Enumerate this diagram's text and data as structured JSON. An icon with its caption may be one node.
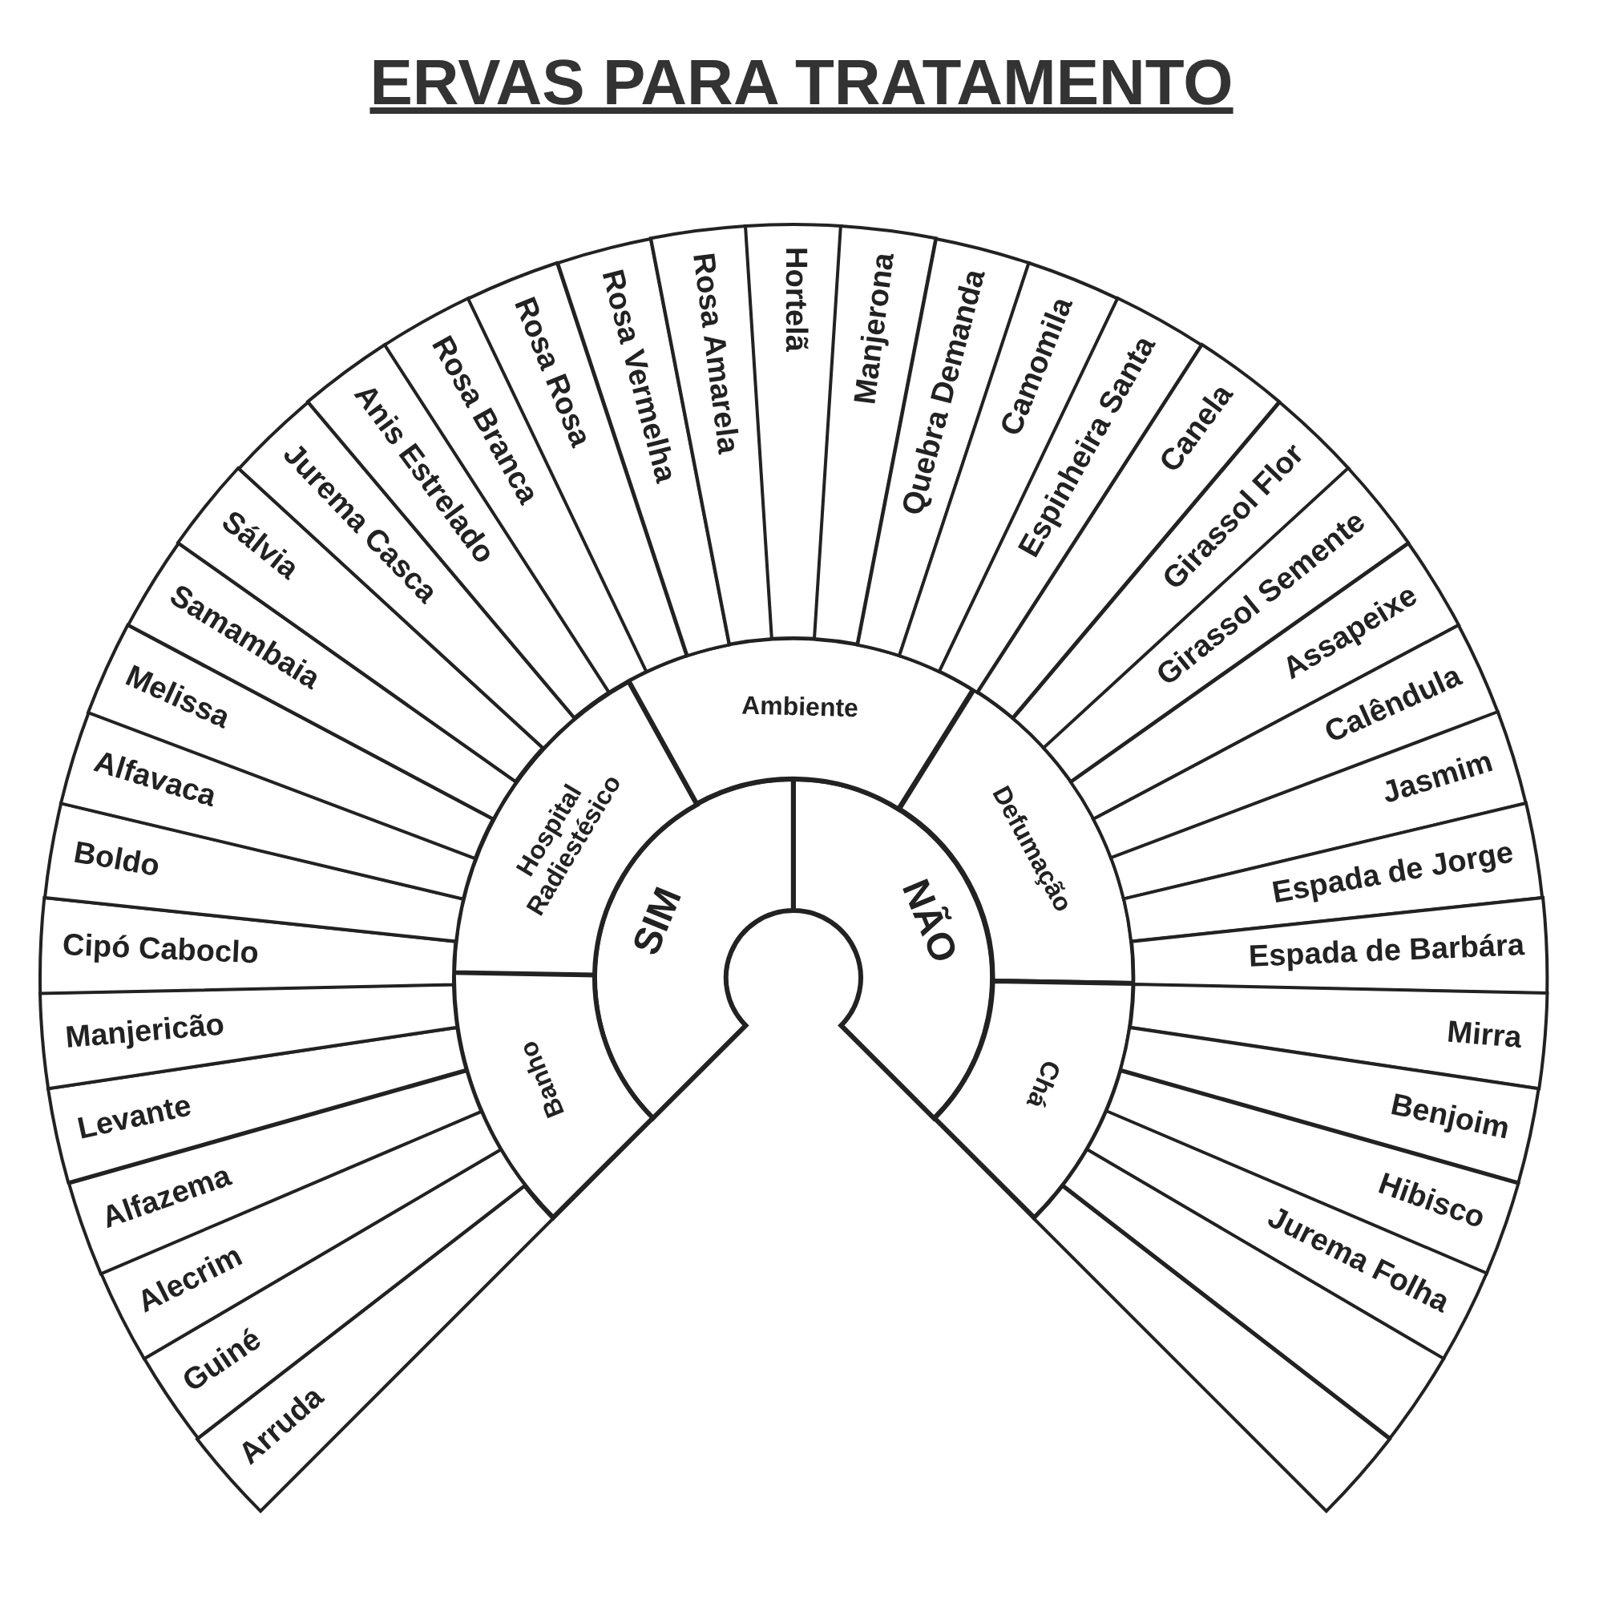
{
  "diagram": {
    "title": "ERVAS PARA TRATAMENTO",
    "nodes": [
      {
        "text": [
          "SIM"
        ]
      },
      {
        "text": [
          "NÃO"
        ]
      },
      {
        "text": [
          "Banho"
        ]
      },
      {
        "text": [
          "Hospital Radiestésico"
        ]
      },
      {
        "text": [
          "Ambiente"
        ]
      },
      {
        "text": [
          "Defumação"
        ]
      },
      {
        "text": [
          "Chá"
        ]
      },
      {
        "text": [
          "Arruda"
        ]
      },
      {
        "text": [
          "Guiné"
        ]
      },
      {
        "text": [
          "Alecrim"
        ]
      },
      {
        "text": [
          "Alfazema"
        ]
      },
      {
        "text": [
          "Levante"
        ]
      },
      {
        "text": [
          "Manjericão"
        ]
      },
      {
        "text": [
          "Cipó Caboclo"
        ]
      },
      {
        "text": [
          "Boldo"
        ]
      },
      {
        "text": [
          "Alfavaca"
        ]
      },
      {
        "text": [
          "Melissa"
        ]
      },
      {
        "text": [
          "Samambaia"
        ]
      },
      {
        "text": [
          "Sálvia"
        ]
      },
      {
        "text": [
          "Jurema Casca"
        ]
      },
      {
        "text": [
          "Anis Estrelado"
        ]
      },
      {
        "text": [
          "Rosa Branca"
        ]
      },
      {
        "text": [
          "Rosa Rosa"
        ]
      },
      {
        "text": [
          "Rosa Vermelha"
        ]
      },
      {
        "text": [
          "Rosa Amarela"
        ]
      },
      {
        "text": [
          "Hortelã"
        ]
      },
      {
        "text": [
          "Manjerona"
        ]
      },
      {
        "text": [
          "Quebra Demanda"
        ]
      },
      {
        "text": [
          "Camomila"
        ]
      },
      {
        "text": [
          "Espinheira Santa"
        ]
      },
      {
        "text": [
          "Canela"
        ]
      },
      {
        "text": [
          "Girassol Flor"
        ]
      },
      {
        "text": [
          "Girassol Semente"
        ]
      },
      {
        "text": [
          "Assapeixe"
        ]
      },
      {
        "text": [
          "Calêndula"
        ]
      },
      {
        "text": [
          "Jasmim"
        ]
      },
      {
        "text": [
          "Espada de Jorge"
        ]
      },
      {
        "text": [
          "Espada de Barbára"
        ]
      },
      {
        "text": [
          "Mirra"
        ]
      },
      {
        "text": [
          "Benjoim"
        ]
      },
      {
        "text": [
          "Hibisco"
        ]
      },
      {
        "text": [
          "Jurema Folha"
        ]
      },
      {
        "text": [],
        "shape": "sector"
      },
      {
        "text": [],
        "shape": "sector"
      }
    ],
    "edges": []
  }
}
